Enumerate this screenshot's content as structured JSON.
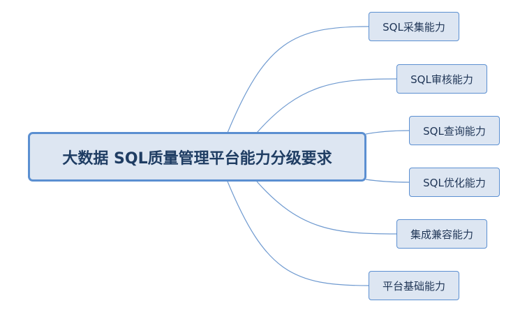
{
  "root": {
    "label": "大数据 SQL质量管理平台能力分级要求"
  },
  "branches": [
    {
      "label": "SQL采集能力"
    },
    {
      "label": "SQL审核能力"
    },
    {
      "label": "SQL查询能力"
    },
    {
      "label": "SQL优化能力"
    },
    {
      "label": "集成兼容能力"
    },
    {
      "label": "平台基础能力"
    }
  ],
  "colors": {
    "node_fill": "#dde6f2",
    "node_border": "#5b8fd1",
    "connector": "#6f9ad0",
    "root_text": "#1f3d63"
  }
}
